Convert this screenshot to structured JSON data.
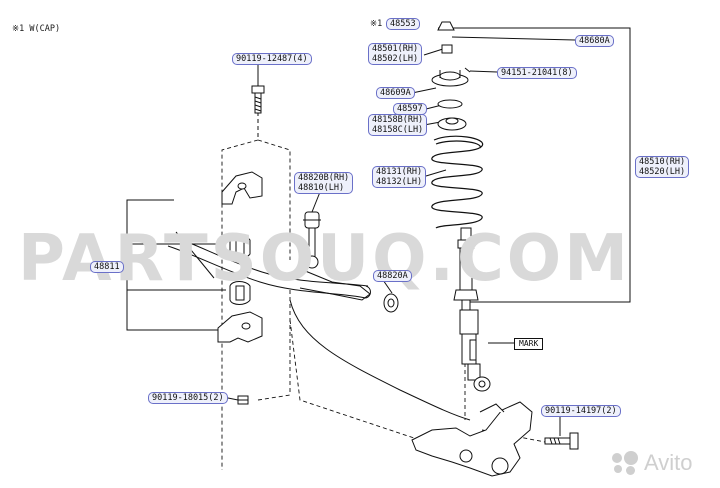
{
  "note": "※1 W(CAP)",
  "watermark": "PARTSOUQ.COM",
  "brand": "Avito",
  "mark_label": "MARK",
  "parts": {
    "p48553": [
      "48553"
    ],
    "p48553_prefix": "※1",
    "p48680A": [
      "48680A"
    ],
    "p48501": [
      "48501(RH)",
      "48502(LH)"
    ],
    "p94151": [
      "94151-21041(8)"
    ],
    "p48609A": [
      "48609A"
    ],
    "p48597": [
      "48597"
    ],
    "p48158": [
      "48158B(RH)",
      "48158C(LH)"
    ],
    "p48131": [
      "48131(RH)",
      "48132(LH)"
    ],
    "p48510": [
      "48510(RH)",
      "48520(LH)"
    ],
    "p90119_12487": [
      "90119-12487(4)"
    ],
    "p48820B": [
      "48820B(RH)",
      "48810(LH)"
    ],
    "p48811": [
      "48811"
    ],
    "p48820A": [
      "48820A"
    ],
    "p90119_18015": [
      "90119-18015(2)"
    ],
    "p90119_14197": [
      "90119-14197(2)"
    ]
  },
  "colors": {
    "pill_border": "#6a70c8",
    "pill_fill": "#eef0fb",
    "line": "#111111",
    "watermark": "#d9d9d9"
  }
}
